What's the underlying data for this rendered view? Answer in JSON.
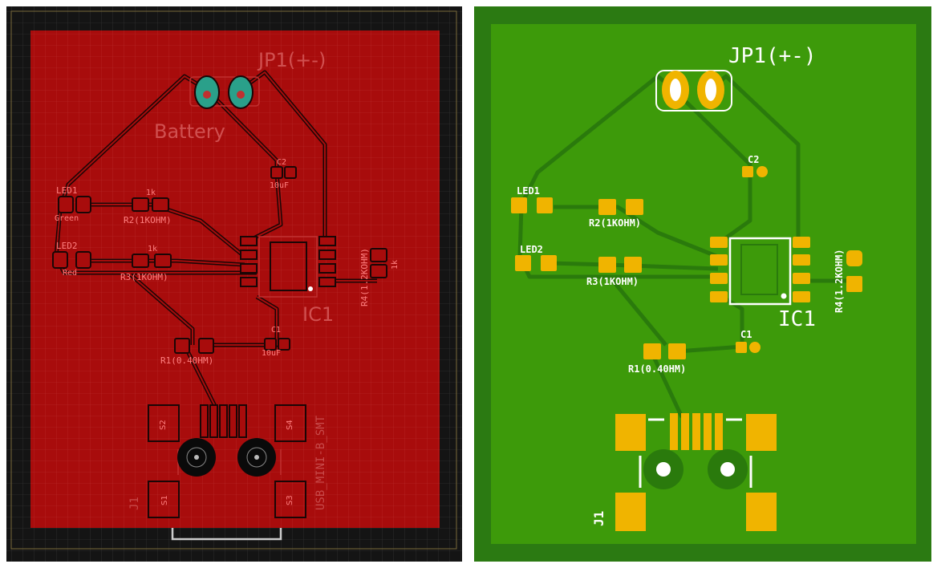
{
  "colors": {
    "left_canvas": "#141414",
    "left_board": "#a80c0c",
    "left_trace_outline": "#1a0606",
    "left_pad_teal": "#2aa08a",
    "left_label": "#d05050",
    "right_border": "#2b7a12",
    "right_board": "#3d9a0a",
    "right_trace": "#2a7a0c",
    "right_pad": "#f0b400",
    "right_silk": "#ffffff"
  },
  "left_view": {
    "labels": {
      "jp1": "JP1(+-)",
      "battery": "Battery",
      "c2": "C2",
      "c2_value": "10uF",
      "led1": "LED1",
      "led1_color": "Green",
      "led2": "LED2",
      "led2_color": "Red",
      "r2_value": "1k",
      "r2": "R2(1KOHM)",
      "r3_value": "1k",
      "r3": "R3(1KOHM)",
      "ic1": "IC1",
      "r4": "R4(1.2KOHM)",
      "r4_value": "1k",
      "c1": "C1",
      "c1_value": "10uF",
      "r1": "R1(0.40HM)",
      "s1": "S1",
      "s2": "S2",
      "s3": "S3",
      "s4": "S4",
      "j1": "J1",
      "usb": "USB_MINI-B_SMT"
    }
  },
  "right_view": {
    "labels": {
      "jp1": "JP1(+-)",
      "c2": "C2",
      "led1": "LED1",
      "r2": "R2(1KOHM)",
      "led2": "LED2",
      "r3": "R3(1KOHM)",
      "r4": "R4(1.2KOHM)",
      "ic1": "IC1",
      "c1": "C1",
      "r1": "R1(0.40HM)",
      "j1": "J1"
    }
  }
}
